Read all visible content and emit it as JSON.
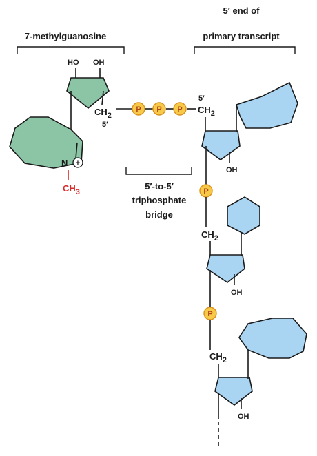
{
  "labels": {
    "cap_title": "7-methylguanosine",
    "transcript_title_line1": "5′ end of",
    "transcript_title_line2": "primary transcript",
    "bridge_line1": "5′-to-5′",
    "bridge_line2": "triphosphate",
    "bridge_line3": "bridge"
  },
  "chem": {
    "ho": "HO",
    "oh": "OH",
    "ch2": "CH",
    "sub2": "2",
    "sub3": "3",
    "prime5": "5′",
    "n": "N",
    "plus": "+",
    "ch3": "CH",
    "p": "P"
  },
  "colors": {
    "cap_fill": "#8cc5a6",
    "rna_fill": "#a9d4f2",
    "phosphate_fill": "#f7c948",
    "methyl_text": "#d42a2a"
  }
}
